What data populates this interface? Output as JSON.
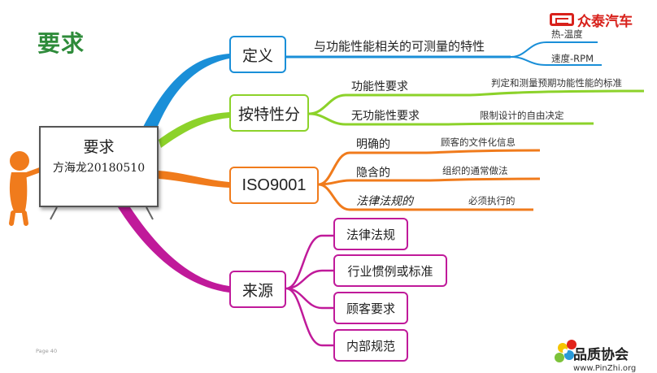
{
  "title": "要求",
  "logo": {
    "text": "众泰汽车"
  },
  "center": {
    "title": "要求",
    "subtitle": "方海龙20180510"
  },
  "branches": {
    "definition": {
      "label": "定义",
      "text": "与功能性能相关的可测量的特性",
      "examples": [
        "热-温度",
        "速度-RPM"
      ]
    },
    "by_nature": {
      "label": "按特性分",
      "items": [
        {
          "label": "功能性要求",
          "note": "判定和测量预期功能性能的标准"
        },
        {
          "label": "无功能性要求",
          "note": "限制设计的自由决定"
        }
      ]
    },
    "iso": {
      "label": "ISO9001",
      "items": [
        {
          "label": "明确的",
          "note": "顾客的文件化信息"
        },
        {
          "label": "隐含的",
          "note": "组织的通常做法"
        },
        {
          "label": "法律法规的",
          "note": "必须执行的"
        }
      ]
    },
    "source": {
      "label": "来源",
      "items": [
        "法律法规",
        "行业惯例或标准",
        "顾客要求",
        "内部规范"
      ]
    }
  },
  "colors": {
    "blue": "#1a8fd8",
    "green": "#8cd22a",
    "orange": "#f07b1c",
    "magenta": "#c01a9a",
    "title_green": "#2e8b3a",
    "logo_red": "#d8211b"
  },
  "footer": {
    "page": "Page 40",
    "brand_name": "品质协会",
    "brand_url": "www.PinZhi.org"
  }
}
